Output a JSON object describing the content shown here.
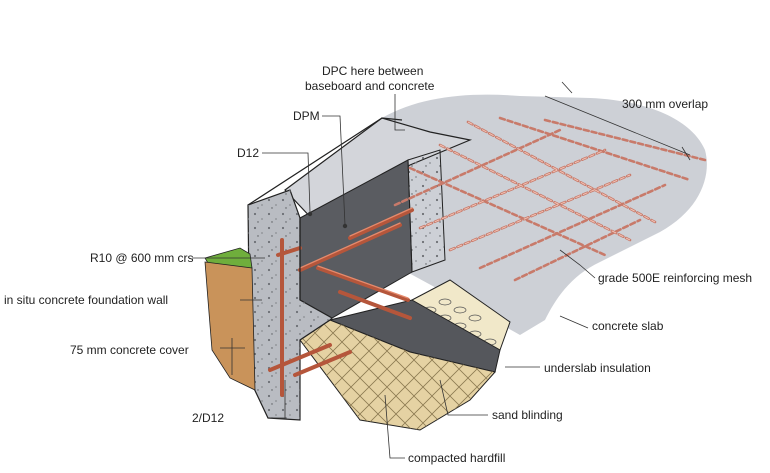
{
  "diagram": {
    "labels": {
      "dpc": [
        "DPC here between",
        "baseboard and concrete"
      ],
      "dpm": "DPM",
      "overlap": "300 mm overlap",
      "d12": "D12",
      "r10": "R10 @ 600 mm crs",
      "foundation_wall": "in situ concrete foundation wall",
      "mesh": "grade 500E reinforcing mesh",
      "slab": "concrete slab",
      "cover": "75 mm concrete cover",
      "insulation": "underslab insulation",
      "sand": "sand blinding",
      "bottom_bars": "2/D12",
      "hardfill": "compacted hardfill"
    },
    "colors": {
      "slab_grey": "#cdd0d6",
      "wall_grey": "#b9bcc2",
      "dpm_dark": "#5a5c61",
      "rebar": "#b5563b",
      "mesh": "#c87a6a",
      "grass": "#6fae3c",
      "soil": "#c9935a",
      "hardfill": "#e5d2a3",
      "insulation": "#f1e8c9"
    }
  }
}
